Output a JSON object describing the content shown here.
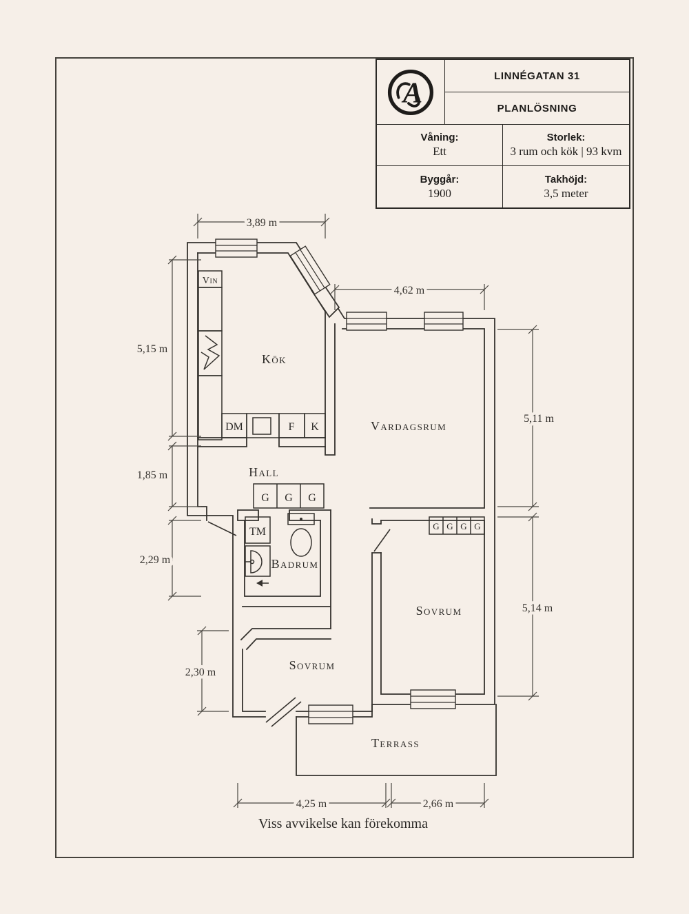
{
  "page": {
    "background_color": "#f6efe8",
    "line_color": "#35322e",
    "footer_disclaimer": "Viss avvikelse kan förekomma"
  },
  "title_block": {
    "logo_letter": "A",
    "address": "LINNÉGATAN 31",
    "document_type": "PLANLÖSNING",
    "fields": [
      {
        "label": "Våning:",
        "value": "Ett"
      },
      {
        "label": "Storlek:",
        "value": "3 rum och kök | 93 kvm"
      },
      {
        "label": "Byggår:",
        "value": "1900"
      },
      {
        "label": "Takhöjd:",
        "value": "3,5 meter"
      }
    ]
  },
  "floor_plan": {
    "rooms": {
      "kitchen": "Kök",
      "living_room": "Vardagsrum",
      "hall": "Hall",
      "bathroom": "Badrum",
      "bedroom_left": "Sovrum",
      "bedroom_right": "Sovrum",
      "terrace": "Terrass"
    },
    "fixtures": {
      "wine_storage": "Vin",
      "dishwasher": "DM",
      "freezer": "F",
      "fridge": "K",
      "washing_machine": "TM",
      "wardrobe": "G"
    },
    "dimensions": {
      "kitchen_top": "3,89 m",
      "living_room_top": "4,62 m",
      "kitchen_left": "5,15 m",
      "hall_left": "1,85 m",
      "bathroom_left": "2,29 m",
      "living_room_right": "5,11 m",
      "bedroom_right_side": "5,14 m",
      "bedroom_left_side": "2,30 m",
      "terrace_bottom_left": "4,25 m",
      "terrace_bottom_right": "2,66 m"
    }
  }
}
